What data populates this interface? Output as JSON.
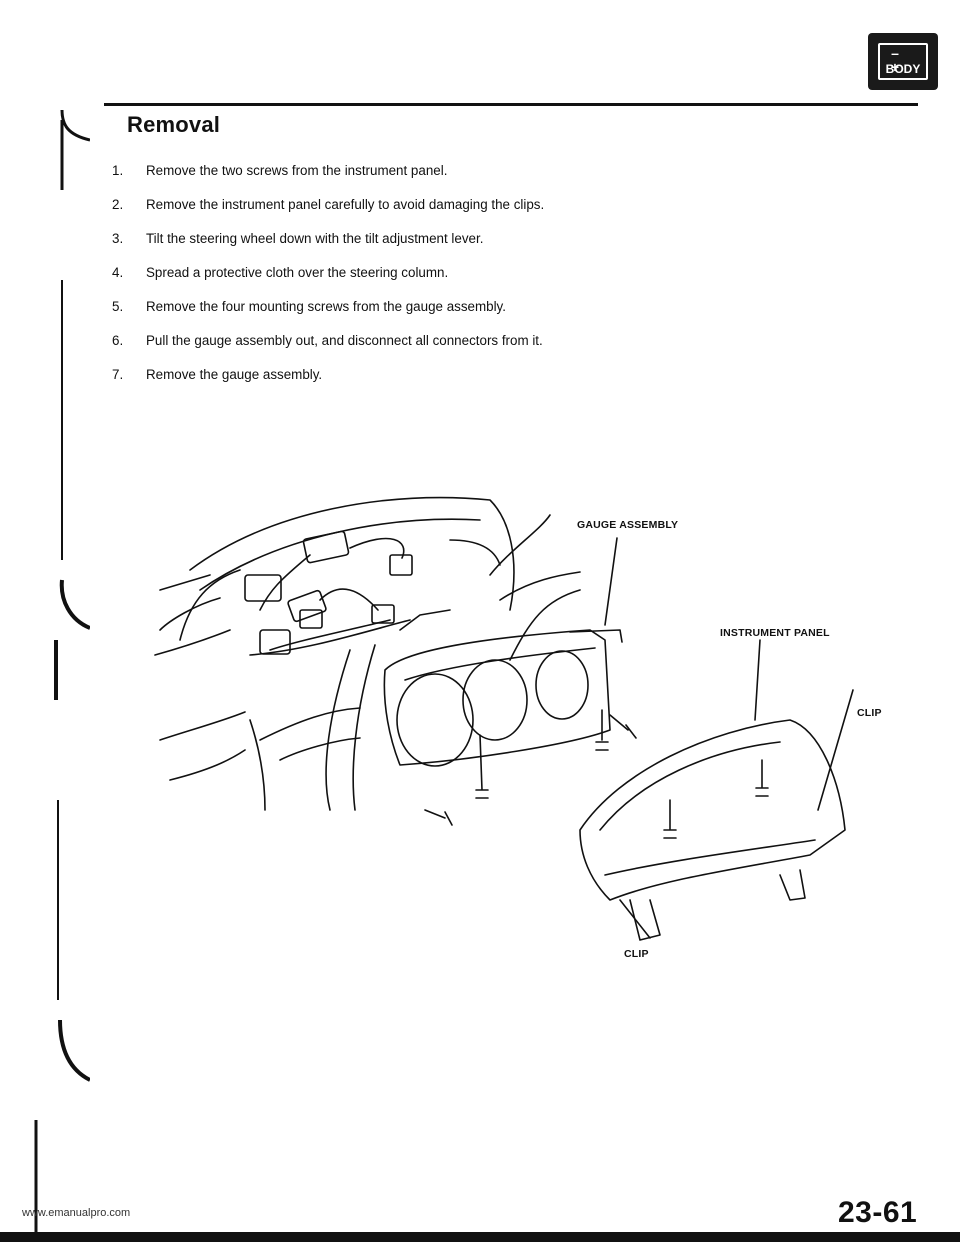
{
  "badge": {
    "signs": "– +",
    "label": "BODY"
  },
  "section": {
    "title": "Removal"
  },
  "steps": [
    {
      "num": "1.",
      "text": "Remove the two screws from the instrument panel."
    },
    {
      "num": "2.",
      "text": "Remove the instrument panel carefully to avoid damaging the clips."
    },
    {
      "num": "3.",
      "text": "Tilt the steering wheel down with the tilt adjustment lever."
    },
    {
      "num": "4.",
      "text": "Spread a protective cloth over the steering column."
    },
    {
      "num": "5.",
      "text": "Remove the four mounting screws from the gauge assembly."
    },
    {
      "num": "6.",
      "text": "Pull the gauge assembly out, and disconnect all connectors from it."
    },
    {
      "num": "7.",
      "text": "Remove the gauge assembly."
    }
  ],
  "figure": {
    "labels": {
      "gauge_assembly": "GAUGE ASSEMBLY",
      "instrument_panel": "INSTRUMENT PANEL",
      "clip_right": "CLIP",
      "clip_bottom": "CLIP"
    }
  },
  "footer": {
    "url": "www.emanualpro.com",
    "page_number": "23-61"
  }
}
